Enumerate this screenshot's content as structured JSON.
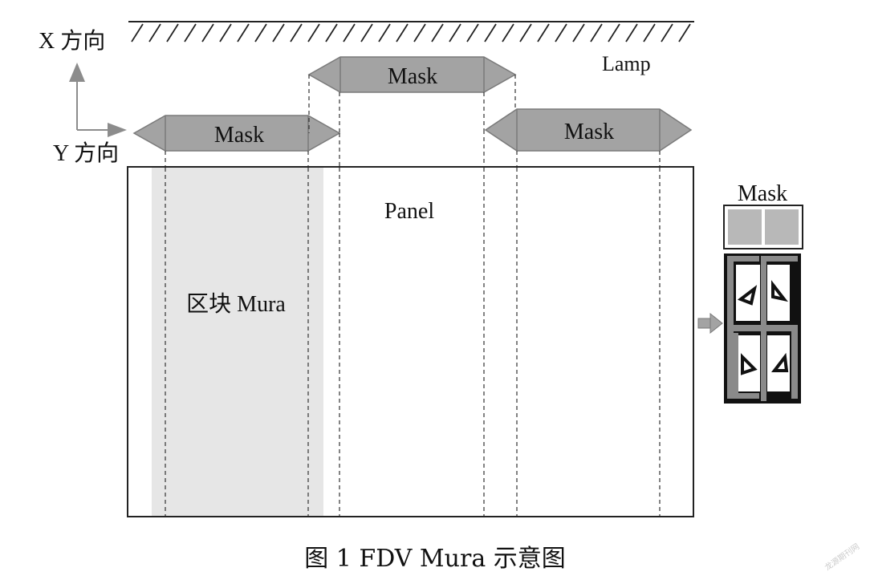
{
  "labels": {
    "x_direction": "X 方向",
    "y_direction": "Y 方向",
    "lamp": "Lamp",
    "panel": "Panel",
    "block_mura": "区块 Mura",
    "mask_left": "Mask",
    "mask_middle": "Mask",
    "mask_right": "Mask",
    "mask_detail": "Mask"
  },
  "caption": "图 1   FDV  Mura 示意图",
  "watermark": "龙源期刊网",
  "colors": {
    "mask_fill": "#a3a3a3",
    "mask_stroke": "#7a7a7a",
    "mura_band": "#e6e6e6",
    "arrow": "#8c8c8c",
    "line": "#222222"
  }
}
